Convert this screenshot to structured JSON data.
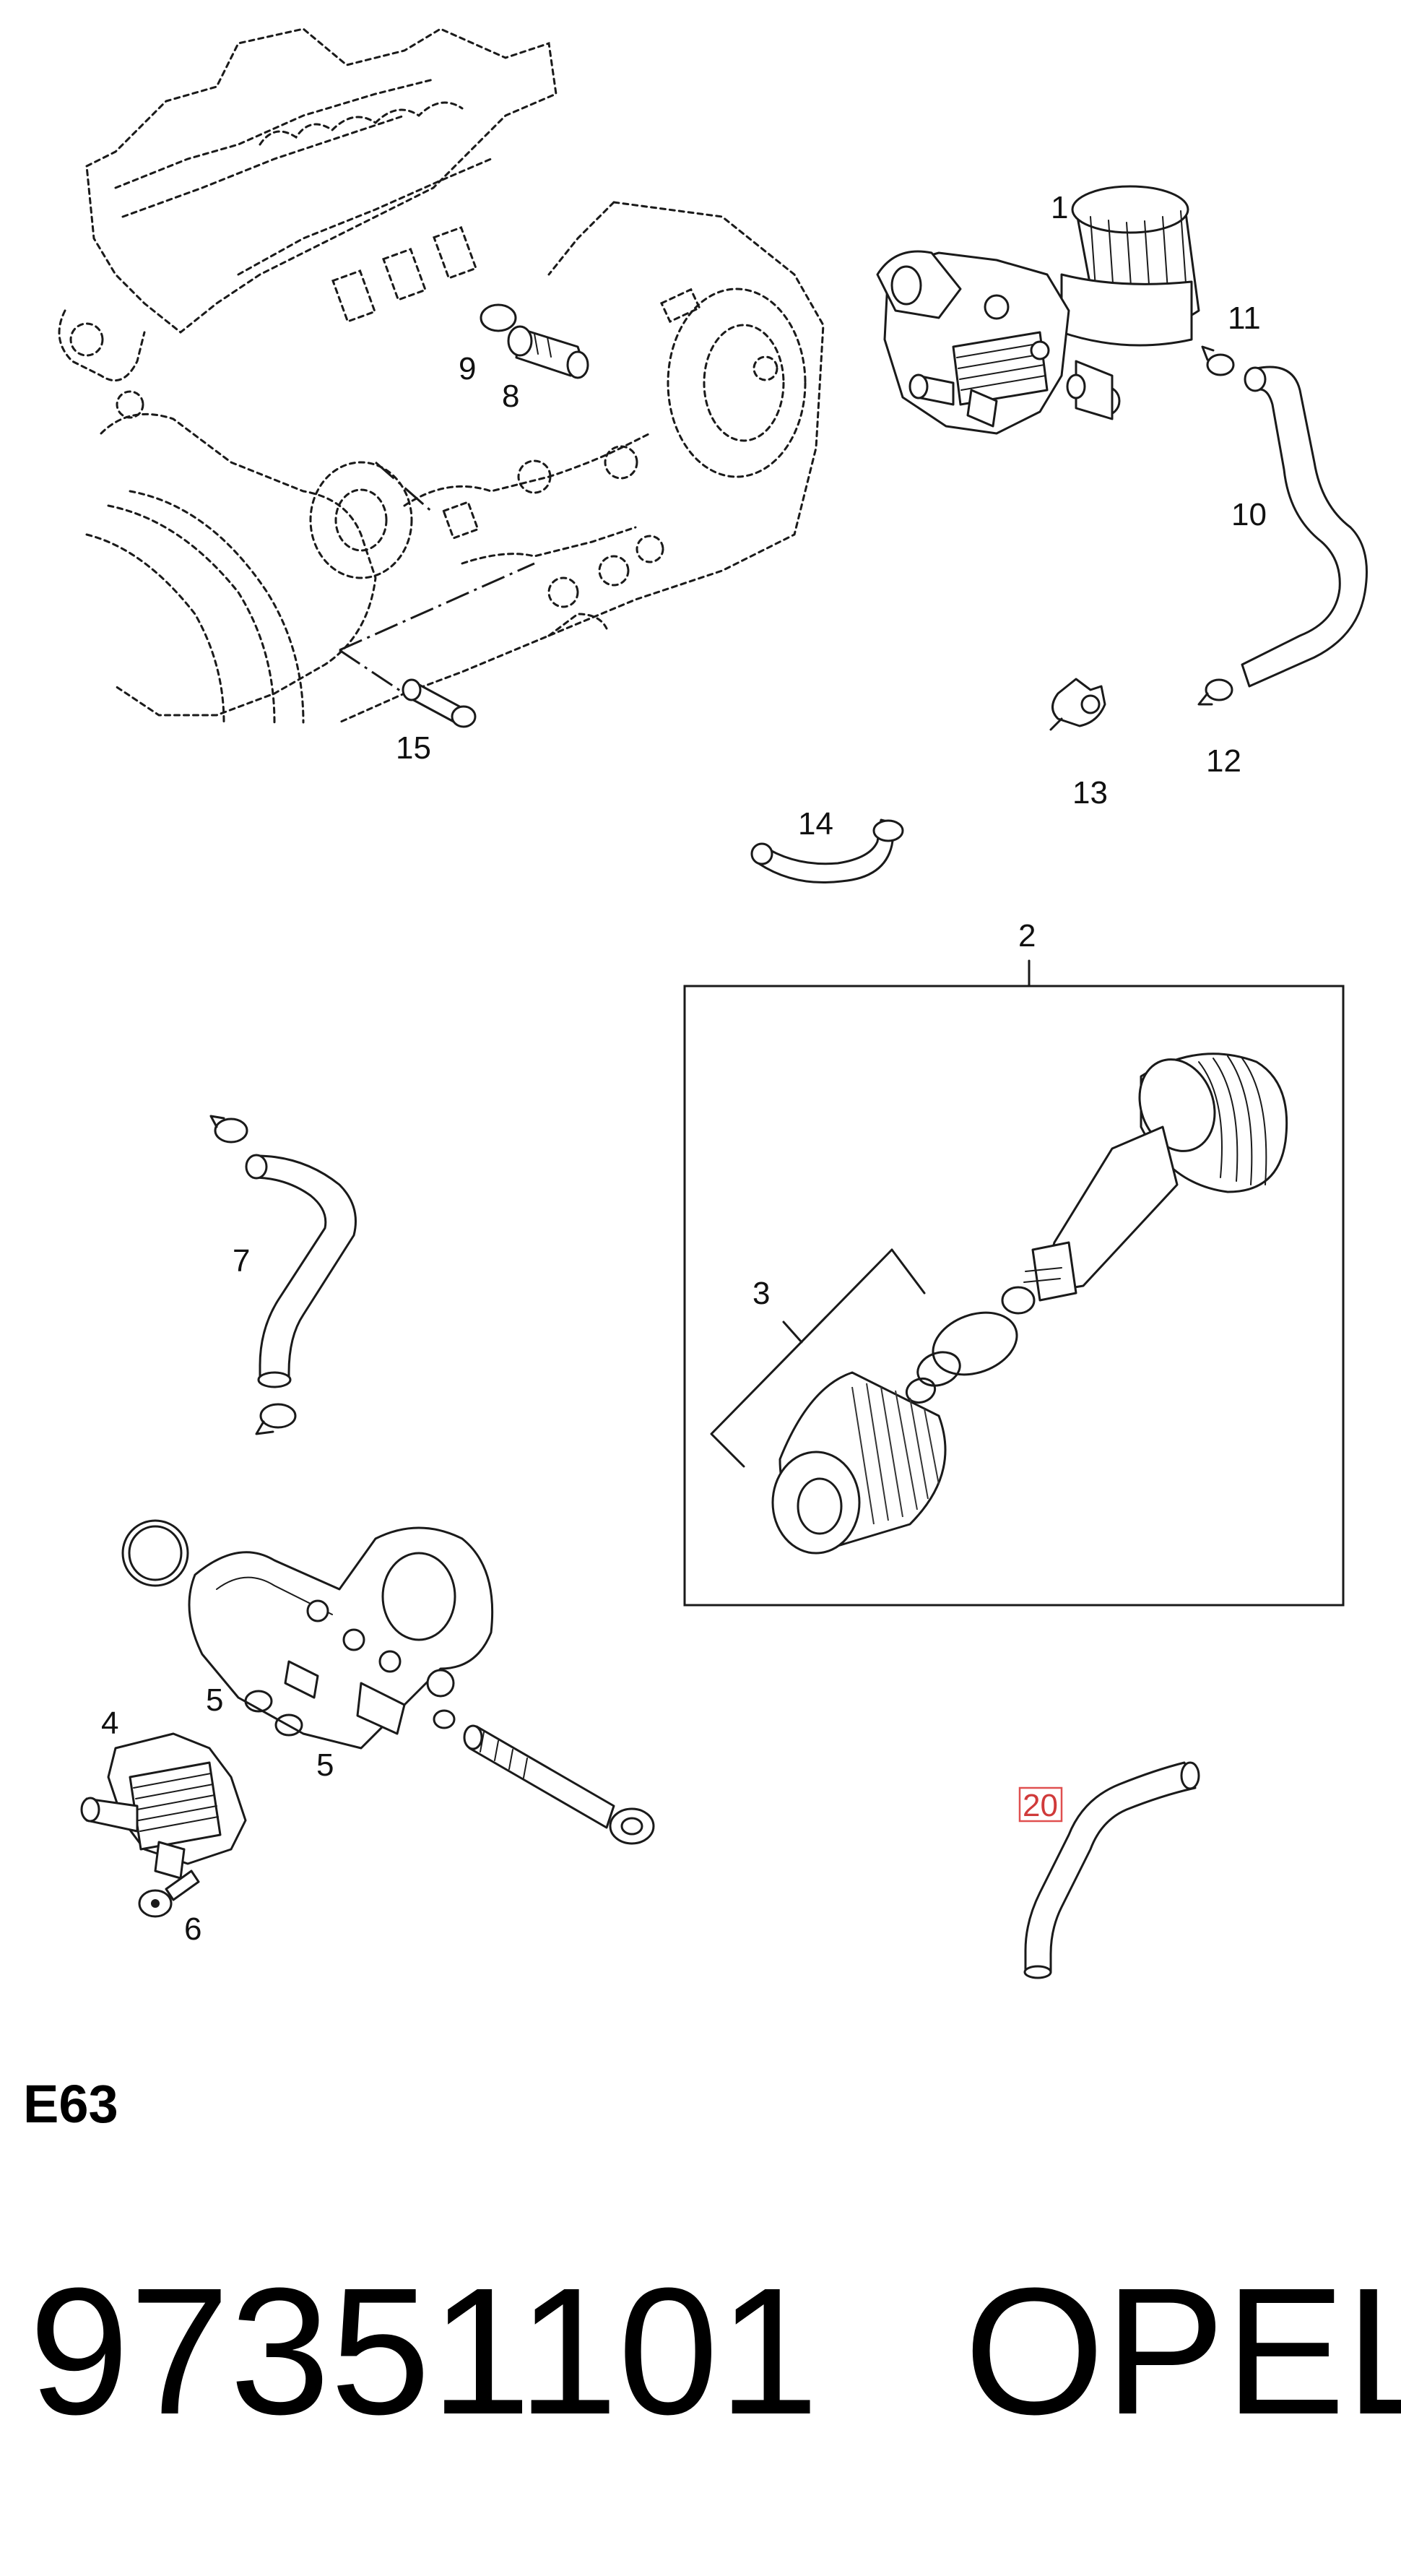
{
  "diagram": {
    "callouts": {
      "c1": "1",
      "c2": "2",
      "c3": "3",
      "c4": "4",
      "c5a": "5",
      "c5b": "5",
      "c6": "6",
      "c7": "7",
      "c8": "8",
      "c9": "9",
      "c10": "10",
      "c11": "11",
      "c12": "12",
      "c13": "13",
      "c14": "14",
      "c15": "15",
      "c20": "20"
    },
    "highlighted_callout": "20",
    "highlight_color": "#e05050"
  },
  "section_code": "E63",
  "part_number": "97351101",
  "brand": "OPEL"
}
